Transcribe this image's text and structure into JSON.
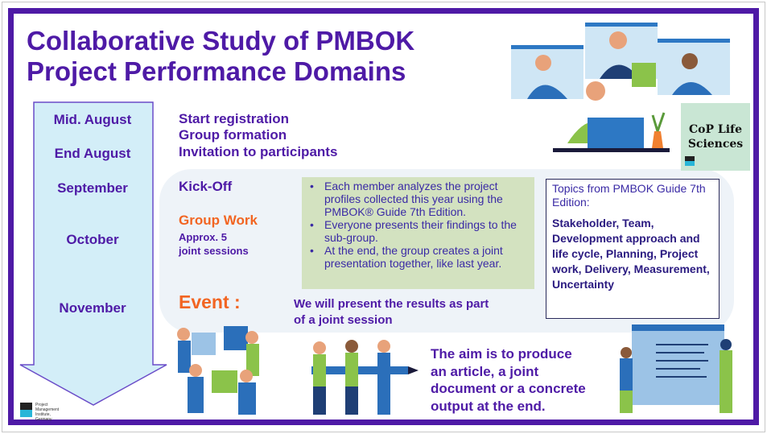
{
  "title": {
    "line1": "Collaborative Study of PMBOK",
    "line2": "Project Performance Domains"
  },
  "timeline": {
    "months": [
      "Mid. August",
      "End August",
      "September",
      "October",
      "November"
    ]
  },
  "steps": {
    "start": "Start registration",
    "group": "Group formation",
    "invite": "Invitation to participants",
    "kickoff": "Kick-Off",
    "groupwork": "Group Work",
    "sessions1": "Approx. 5",
    "sessions2": "joint sessions",
    "event": "Event :",
    "present1": "We will present the results as part",
    "present2": "of a  joint session"
  },
  "bullets": [
    "Each member analyzes the project profiles collected this year using the PMBOK® Guide 7th Edition.",
    "Everyone presents their findings to the sub-group.",
    "At the end, the group creates a joint presentation together, like last year."
  ],
  "topics": {
    "heading": "Topics from PMBOK Guide 7th Edition:",
    "list": "Stakeholder, Team, Development approach and life cycle, Planning, Project work, Delivery, Measurement, Uncertainty"
  },
  "aim": [
    "The aim is to produce",
    "an article, a joint",
    "document or a concrete",
    "output at the end."
  ],
  "logos": {
    "cop": "CoP Life Sciences",
    "pmi": "Project Management Institute, Germany"
  },
  "colors": {
    "purple": "#4e1aa6",
    "orange": "#f26522",
    "arrow": "#d3eef8",
    "green": "#d3e2c0"
  }
}
